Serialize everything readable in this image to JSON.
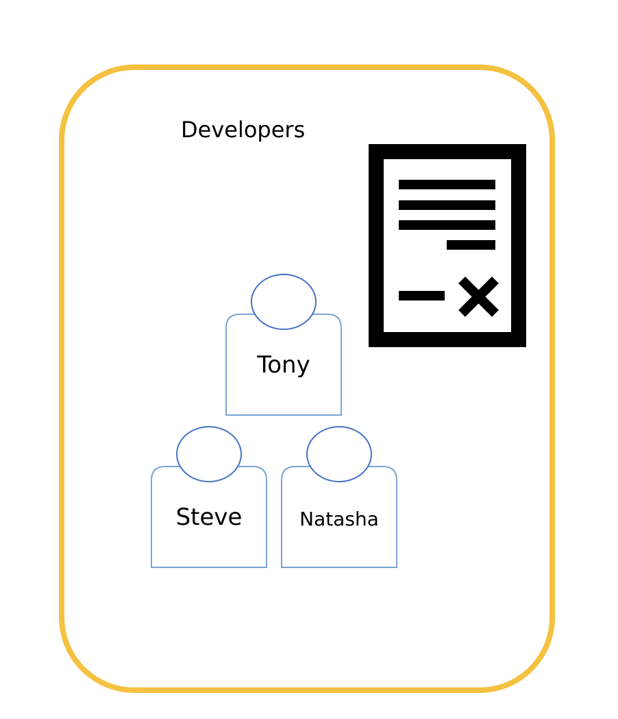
{
  "group": {
    "label": "Developers",
    "border_color": "#f5c141"
  },
  "document": {
    "icon": "contract-document-icon",
    "color": "#000000"
  },
  "people": {
    "outline_color": "#4472c4",
    "tony": {
      "name": "Tony"
    },
    "steve": {
      "name": "Steve"
    },
    "natasha": {
      "name": "Natasha"
    }
  }
}
